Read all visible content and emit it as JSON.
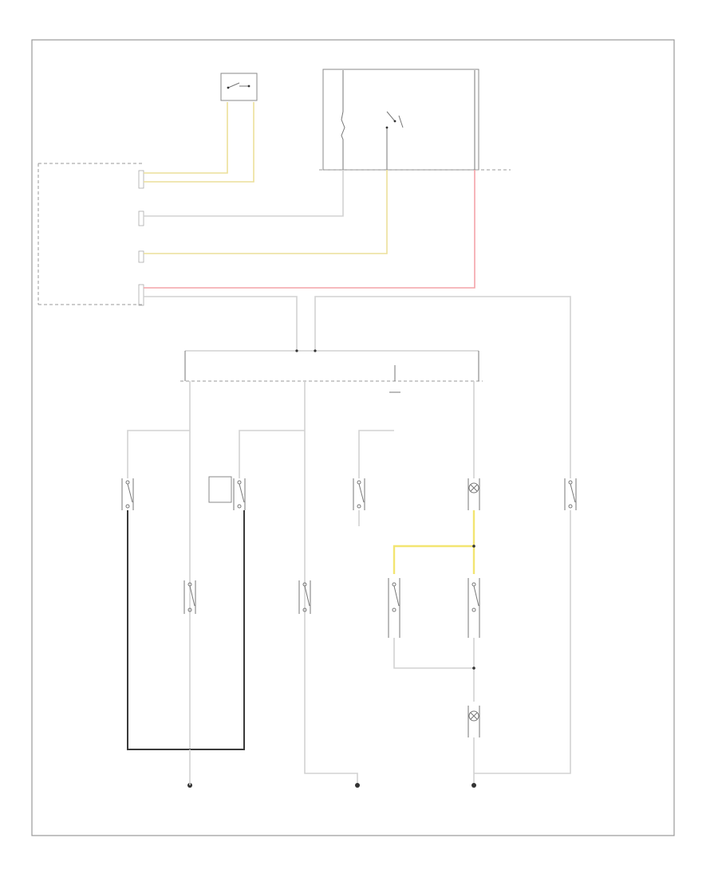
{
  "diagram": {
    "title": "",
    "footer_code": "",
    "colors": {
      "black": "#3a3a3a",
      "gray": "#d2d2d2",
      "yellow": "#ecdf9a",
      "bright_yellow": "#f3e571",
      "red": "#f3a3a9",
      "frame": "#999999"
    },
    "components": [
      {
        "id": "top-switch",
        "label": ""
      },
      {
        "id": "fuse-relay-box",
        "label": ""
      },
      {
        "id": "body-control-module",
        "label": ""
      },
      {
        "id": "junction-block",
        "label": ""
      },
      {
        "id": "switch-1",
        "label": ""
      },
      {
        "id": "switch-2",
        "label": ""
      },
      {
        "id": "switch-3",
        "label": ""
      },
      {
        "id": "lamp-1",
        "label": ""
      },
      {
        "id": "switch-5",
        "label": ""
      },
      {
        "id": "switch-6",
        "label": ""
      },
      {
        "id": "switch-7",
        "label": ""
      },
      {
        "id": "switch-8",
        "label": ""
      },
      {
        "id": "switch-9",
        "label": ""
      },
      {
        "id": "lamp-2",
        "label": ""
      }
    ],
    "grounds": [
      {
        "id": "ground-left",
        "label": ""
      },
      {
        "id": "ground-middle",
        "label": ""
      },
      {
        "id": "ground-right",
        "label": ""
      }
    ]
  }
}
